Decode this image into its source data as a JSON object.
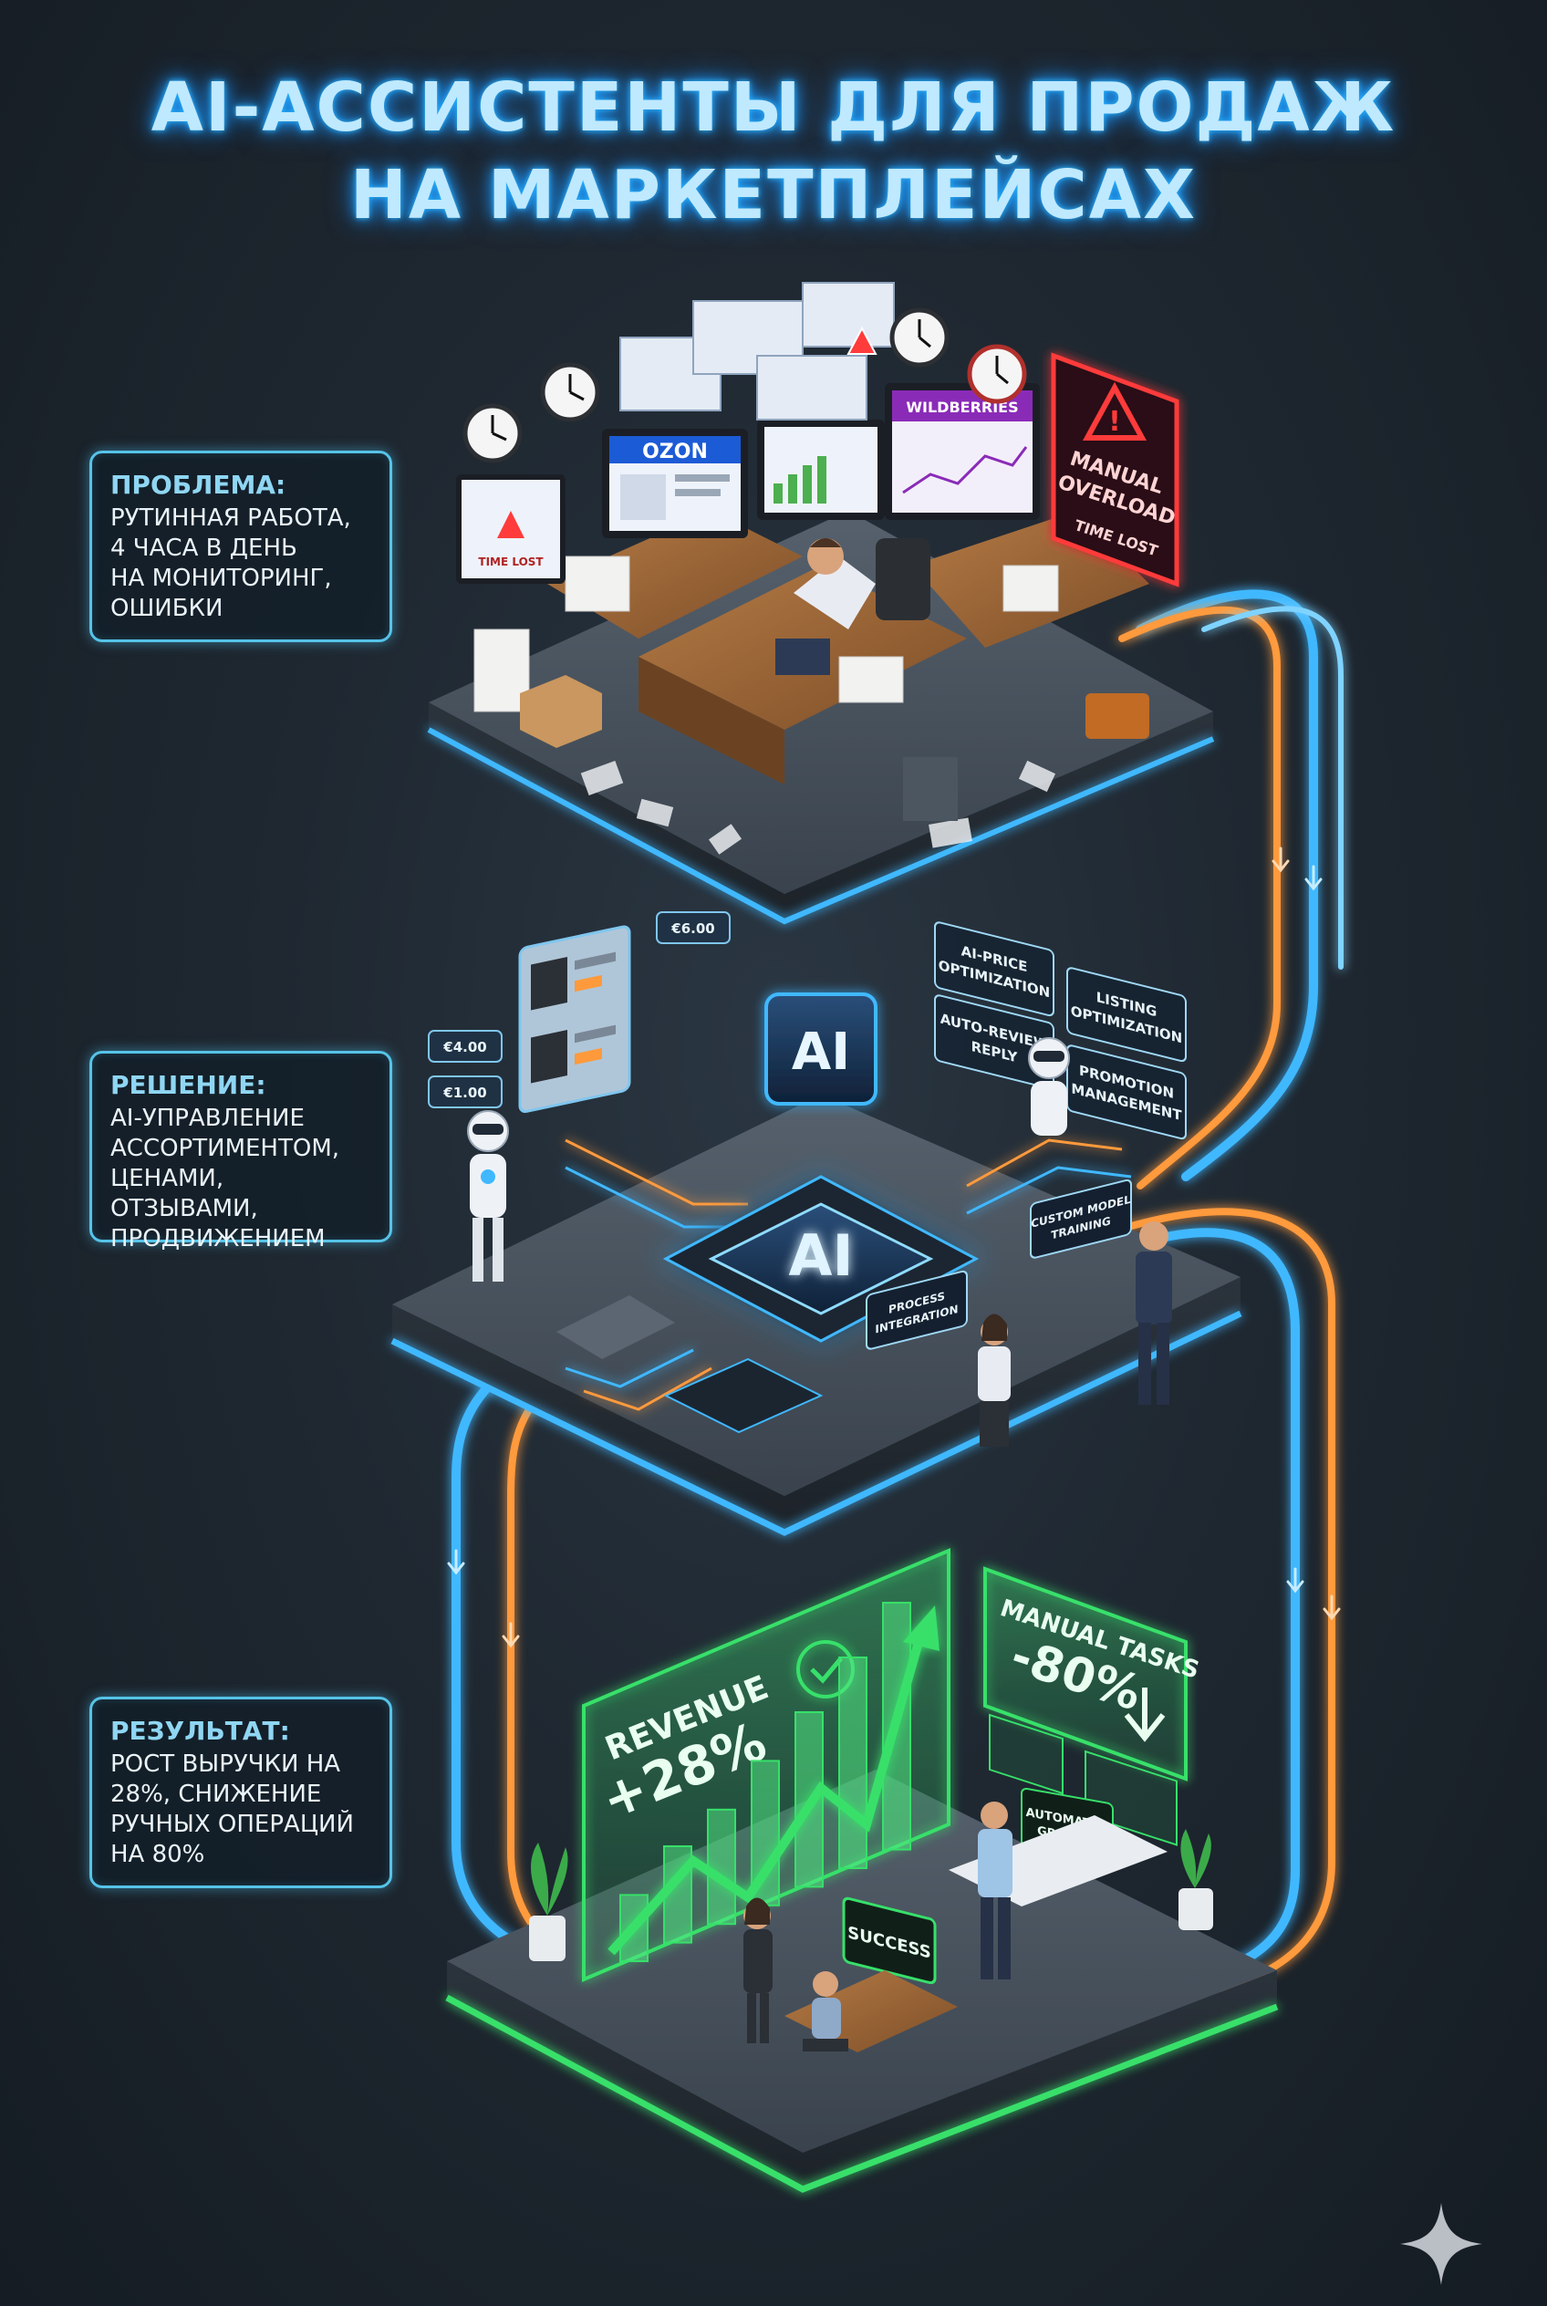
{
  "title": {
    "line1": "AI-АССИСТЕНТЫ ДЛЯ ПРОДАЖ",
    "line2": "НА МАРКЕТПЛЕЙСАХ"
  },
  "problem": {
    "heading": "ПРОБЛЕМА:",
    "lines": [
      "РУТИННАЯ РАБОТА,",
      "4 ЧАСА В ДЕНЬ",
      "НА МОНИТОРИНГ,",
      "ОШИБКИ"
    ]
  },
  "solution": {
    "heading": "РЕШЕНИЕ:",
    "lines": [
      "AI-УПРАВЛЕНИЕ",
      "АССОРТИМЕНТОМ,",
      "ЦЕНАМИ, ОТЗЫВАМИ,",
      "ПРОДВИЖЕНИЕМ"
    ]
  },
  "result": {
    "heading": "РЕЗУЛЬТАТ:",
    "lines": [
      "РОСТ ВЫРУЧКИ НА",
      "28%, СНИЖЕНИЕ",
      "РУЧНЫХ ОПЕРАЦИЙ",
      "НА 80%"
    ]
  },
  "layer1": {
    "ozon": "OZON",
    "wildberries": "WILDBERRIES",
    "warning_sign": {
      "line1": "MANUAL",
      "line2": "OVERLOAD",
      "line3": "TIME LOST"
    },
    "time_lost_small": "TIME LOST"
  },
  "layer2": {
    "chip_top": "AI",
    "chip_main": "AI",
    "panels": [
      {
        "line1": "AI-PRICE",
        "line2": "OPTIMIZATION"
      },
      {
        "line1": "AUTO-REVIEW",
        "line2": "REPLY"
      },
      {
        "line1": "LISTING",
        "line2": "OPTIMIZATION"
      },
      {
        "line1": "PROMOTION",
        "line2": "MANAGEMENT"
      }
    ],
    "custom_model": {
      "line1": "CUSTOM MODEL",
      "line2": "TRAINING"
    },
    "process_integration": {
      "line1": "PROCESS",
      "line2": "INTEGRATION"
    },
    "price_tags": [
      "€6.00",
      "€4.00",
      "€1.00"
    ]
  },
  "layer3": {
    "revenue_label": "REVENUE",
    "revenue_value": "+28%",
    "manual_label": "MANUAL TASKS",
    "manual_value": "-80%",
    "automated": {
      "line1": "AUTOMATED",
      "line2": "GROWTH"
    },
    "success": "SUCCESS",
    "bars": [
      0.22,
      0.32,
      0.38,
      0.48,
      0.58,
      0.7,
      0.82
    ]
  },
  "colors": {
    "blue_glow": "#3fb8ff",
    "orange_glow": "#ff9a3c",
    "green_glow": "#37e06a",
    "red_alert": "#ff3b3b"
  }
}
